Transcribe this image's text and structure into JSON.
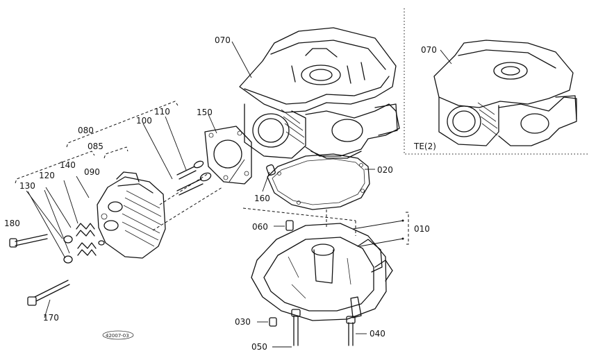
{
  "labels": {
    "p070a": "070",
    "p070b": "070",
    "p150": "150",
    "p110": "110",
    "p100": "100",
    "p080": "080",
    "p085": "085",
    "p090": "090",
    "p140": "140",
    "p120": "120",
    "p130": "130",
    "p180": "180",
    "p170": "170",
    "p160": "160",
    "p020": "020",
    "p060": "060",
    "p010": "010",
    "p030": "030",
    "p050": "050",
    "p040": "040",
    "te2": "TE(2)",
    "code": "42007-03"
  }
}
